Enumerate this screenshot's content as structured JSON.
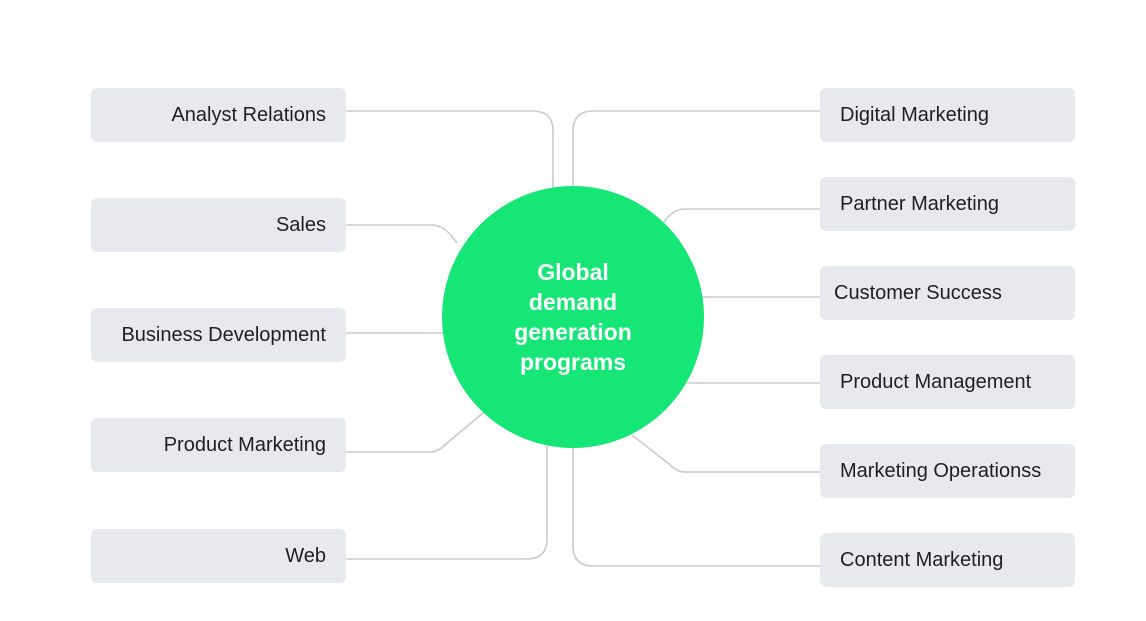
{
  "center": {
    "label": "Global demand generation programs"
  },
  "left_nodes": [
    {
      "label": "Analyst Relations"
    },
    {
      "label": "Sales"
    },
    {
      "label": "Business Development"
    },
    {
      "label": "Product Marketing"
    },
    {
      "label": "Web"
    }
  ],
  "right_nodes": [
    {
      "label": "Digital Marketing"
    },
    {
      "label": "Partner Marketing"
    },
    {
      "label": "Customer Success"
    },
    {
      "label": "Product Management"
    },
    {
      "label": "Marketing Operationss"
    },
    {
      "label": "Content Marketing"
    }
  ],
  "colors": {
    "center_fill": "#16e676",
    "node_fill": "#e8e9ef",
    "connector": "#c9cbd1"
  }
}
